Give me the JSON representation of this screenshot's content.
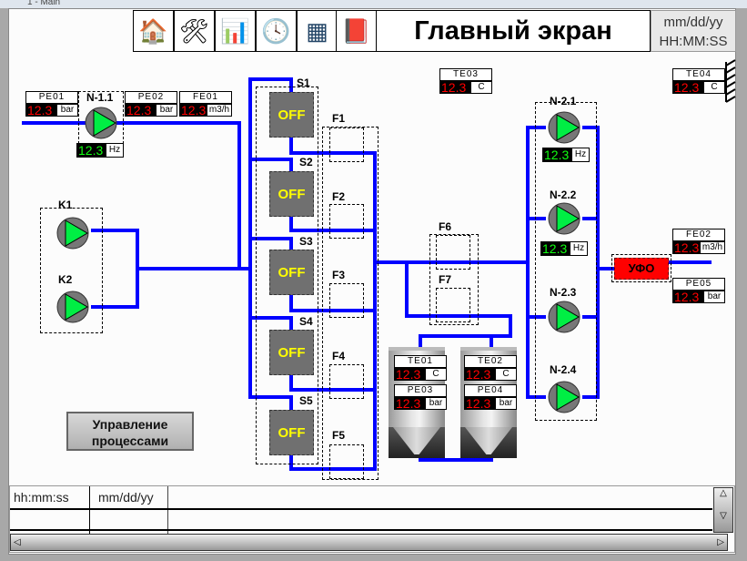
{
  "window": {
    "title": "1 - Main"
  },
  "toolbar": {
    "buttons": [
      {
        "name": "home-icon",
        "glyph": "🏠"
      },
      {
        "name": "tools-icon",
        "glyph": "🛠"
      },
      {
        "name": "trend-icon",
        "glyph": "📊"
      },
      {
        "name": "clock-icon",
        "glyph": "🕓"
      },
      {
        "name": "plc-icon",
        "glyph": "▦"
      },
      {
        "name": "alarm-book-icon",
        "glyph": "📕"
      }
    ]
  },
  "header": {
    "title": "Главный экран",
    "date": "mm/dd/yy",
    "time": "HH:MM:SS"
  },
  "instruments": {
    "PE01": {
      "name": "PE01",
      "value": "12.3",
      "unit": "bar"
    },
    "PE02": {
      "name": "PE02",
      "value": "12.3",
      "unit": "bar"
    },
    "FE01": {
      "name": "FE01",
      "value": "12.3",
      "unit": "m3/h"
    },
    "TE03": {
      "name": "TE03",
      "value": "12.3",
      "unit": "C"
    },
    "TE04": {
      "name": "TE04",
      "value": "12.3",
      "unit": "C"
    },
    "FE02": {
      "name": "FE02",
      "value": "12.3",
      "unit": "m3/h"
    },
    "PE05": {
      "name": "PE05",
      "value": "12.3",
      "unit": "bar"
    },
    "TE01": {
      "name": "TE01",
      "value": "12.3",
      "unit": "C"
    },
    "PE03": {
      "name": "PE03",
      "value": "12.3",
      "unit": "bar"
    },
    "TE02": {
      "name": "TE02",
      "value": "12.3",
      "unit": "C"
    },
    "PE04": {
      "name": "PE04",
      "value": "12.3",
      "unit": "bar"
    }
  },
  "pumps": {
    "N11": {
      "label": "N-1.1",
      "freq": "12.3",
      "unit": "Hz"
    },
    "K1": {
      "label": "K1"
    },
    "K2": {
      "label": "K2"
    },
    "N21": {
      "label": "N-2.1",
      "freq": "12.3",
      "unit": "Hz"
    },
    "N22": {
      "label": "N-2.2",
      "freq": "12.3",
      "unit": "Hz"
    },
    "N23": {
      "label": "N-2.3"
    },
    "N24": {
      "label": "N-2.4"
    }
  },
  "valves": [
    {
      "label": "S1",
      "state": "OFF"
    },
    {
      "label": "S2",
      "state": "OFF"
    },
    {
      "label": "S3",
      "state": "OFF"
    },
    {
      "label": "S4",
      "state": "OFF"
    },
    {
      "label": "S5",
      "state": "OFF"
    }
  ],
  "filters": [
    "F1",
    "F2",
    "F3",
    "F4",
    "F5",
    "F6",
    "F7"
  ],
  "ufo": {
    "label": "УФО"
  },
  "control_button": {
    "line1": "Управление",
    "line2": "процессами"
  },
  "alarm_table": {
    "columns": [
      "hh:mm:ss",
      "mm/dd/yy"
    ]
  },
  "colors": {
    "pipe": "#0000ff",
    "pump": "#00ee44",
    "alarm_value": "#ff0000",
    "ufo": "#ff0000"
  }
}
